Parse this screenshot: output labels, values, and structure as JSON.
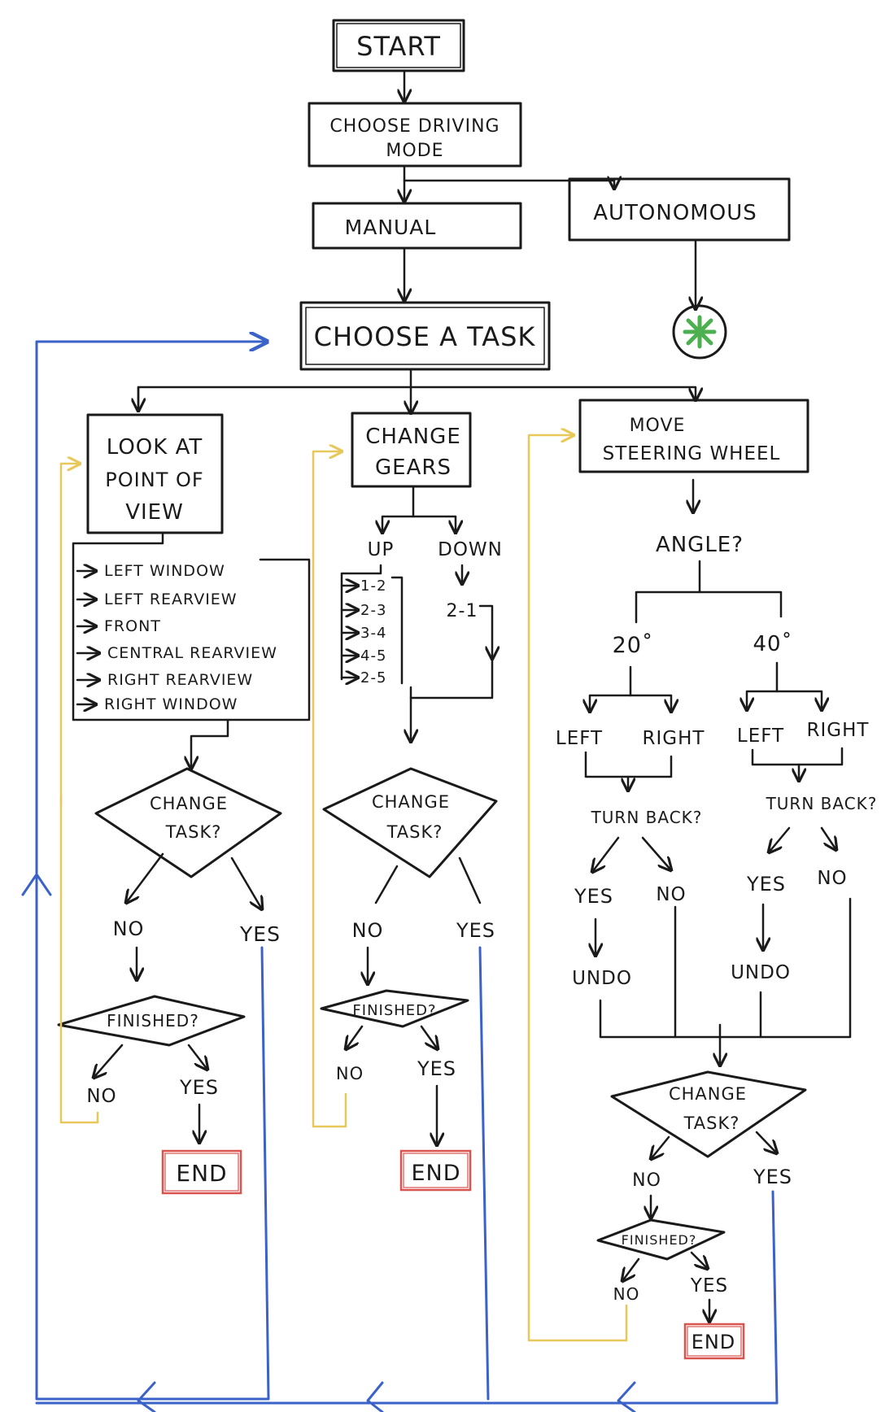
{
  "start": "START",
  "choose_mode": [
    "CHOOSE DRIVING",
    "MODE"
  ],
  "manual": "MANUAL",
  "autonomous": "AUTONOMOUS",
  "choose_task": "CHOOSE A TASK",
  "look": [
    "LOOK AT",
    "POINT OF",
    "VIEW"
  ],
  "views": [
    "LEFT WINDOW",
    "LEFT REARVIEW",
    "FRONT",
    "CENTRAL REARVIEW",
    "RIGHT REARVIEW",
    "RIGHT WINDOW"
  ],
  "gears": [
    "CHANGE",
    "GEARS"
  ],
  "up": "UP",
  "down": "DOWN",
  "up_shifts": [
    "1-2",
    "2-3",
    "3-4",
    "4-5",
    "2-5"
  ],
  "down_shift": "2-1",
  "steer": [
    "MOVE",
    "STEERING WHEEL"
  ],
  "angle": "ANGLE?",
  "a20": "20˚",
  "a40": "40˚",
  "left": "LEFT",
  "right": "RIGHT",
  "turn_back": "TURN BACK?",
  "undo": "UNDO",
  "change_task": [
    "CHANGE",
    "TASK?"
  ],
  "finished": "FINISHED?",
  "yes": "YES",
  "no": "NO",
  "end": "END",
  "colors": {
    "ink": "#1a1a1a",
    "loop_blue": "#3a62c9",
    "loop_yellow": "#e8c85a",
    "end_red": "#d9534f",
    "stop_green": "#4caf50"
  }
}
